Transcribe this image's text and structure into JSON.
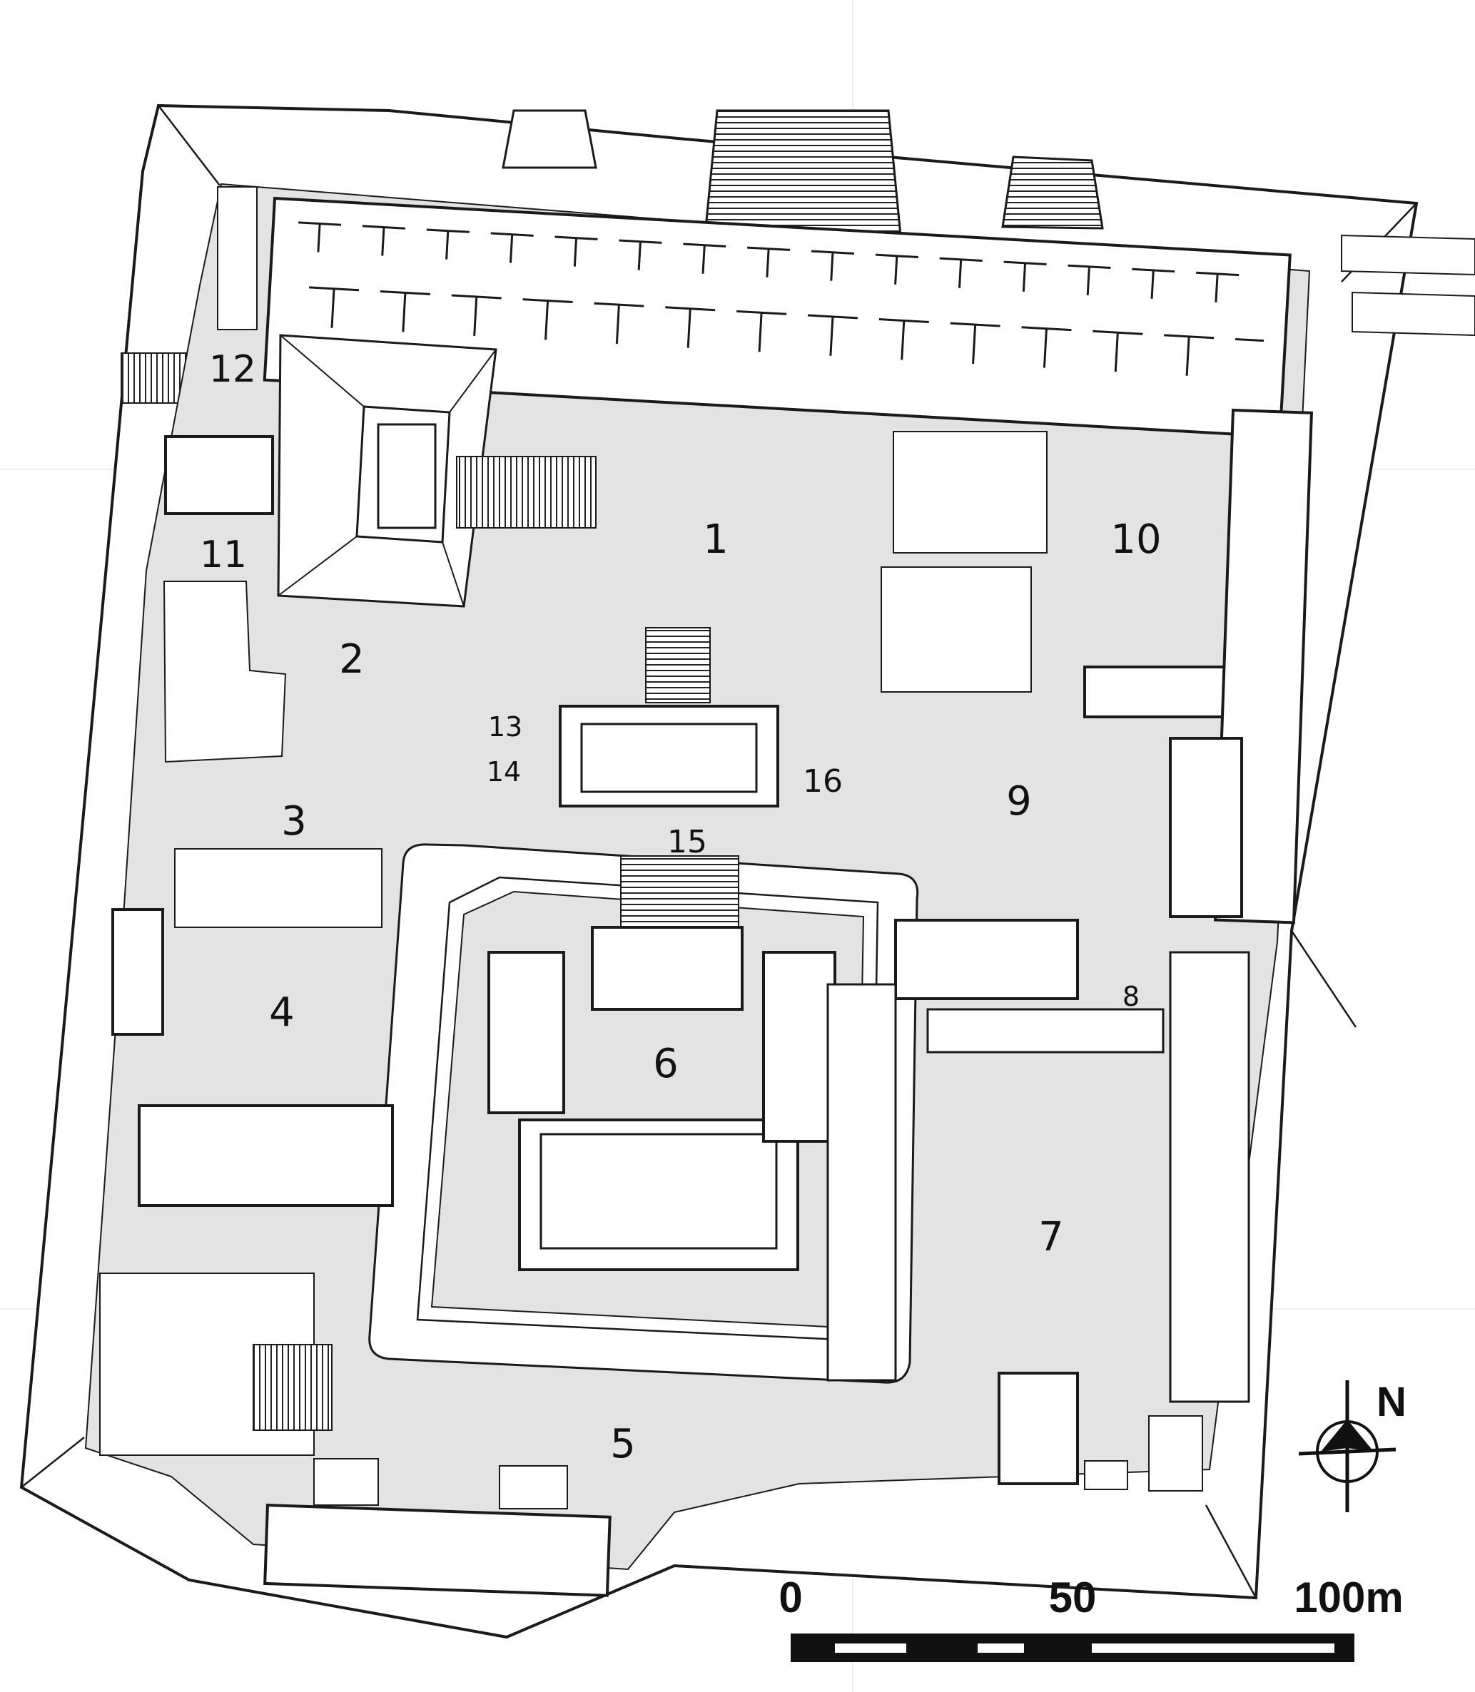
{
  "colors": {
    "courtyard": "#e3e3e3",
    "wall": "#ffffff",
    "stroke": "#1a1a1a",
    "background": "#ffffff"
  },
  "labels": {
    "l1": "1",
    "l2": "2",
    "l3": "3",
    "l4": "4",
    "l5": "5",
    "l6": "6",
    "l7": "7",
    "l8": "8",
    "l9": "9",
    "l10": "10",
    "l11": "11",
    "l12": "12",
    "l13": "13",
    "l14": "14",
    "l15": "15",
    "l16": "16"
  },
  "compass": {
    "north": "N",
    "icon": "north-arrow-icon"
  },
  "scale_bar": {
    "t0": "0",
    "t50": "50",
    "t100": "100m"
  }
}
